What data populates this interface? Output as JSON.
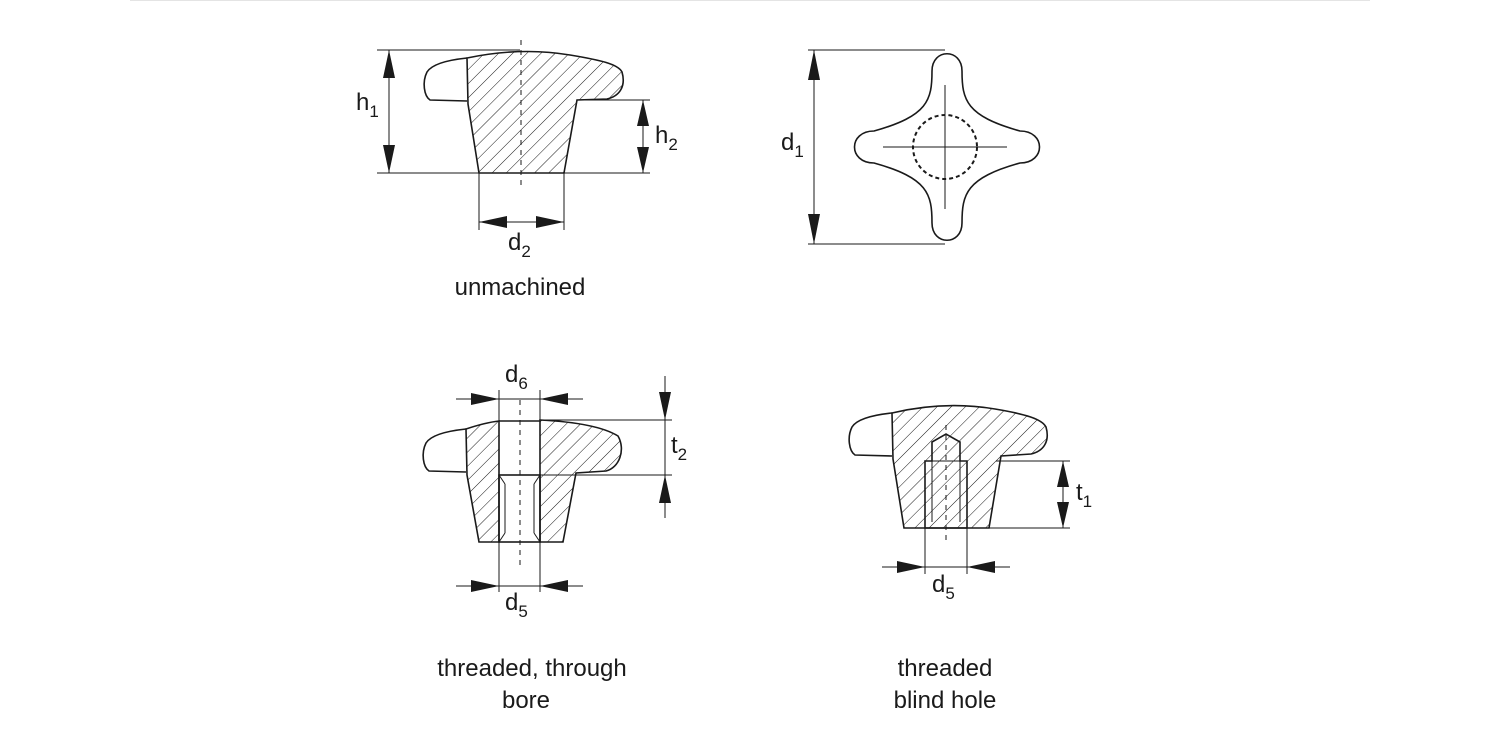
{
  "labels": {
    "h1": {
      "main": "h",
      "sub": "1"
    },
    "h2": {
      "main": "h",
      "sub": "2"
    },
    "d1": {
      "main": "d",
      "sub": "1"
    },
    "d2": {
      "main": "d",
      "sub": "2"
    },
    "d5a": {
      "main": "d",
      "sub": "5"
    },
    "d5b": {
      "main": "d",
      "sub": "5"
    },
    "d6": {
      "main": "d",
      "sub": "6"
    },
    "t1": {
      "main": "t",
      "sub": "1"
    },
    "t2": {
      "main": "t",
      "sub": "2"
    }
  },
  "captions": {
    "unmachined": "unmachined",
    "through_line1": "threaded, through",
    "through_line2": "bore",
    "blind_line1": "threaded",
    "blind_line2": "blind hole"
  }
}
